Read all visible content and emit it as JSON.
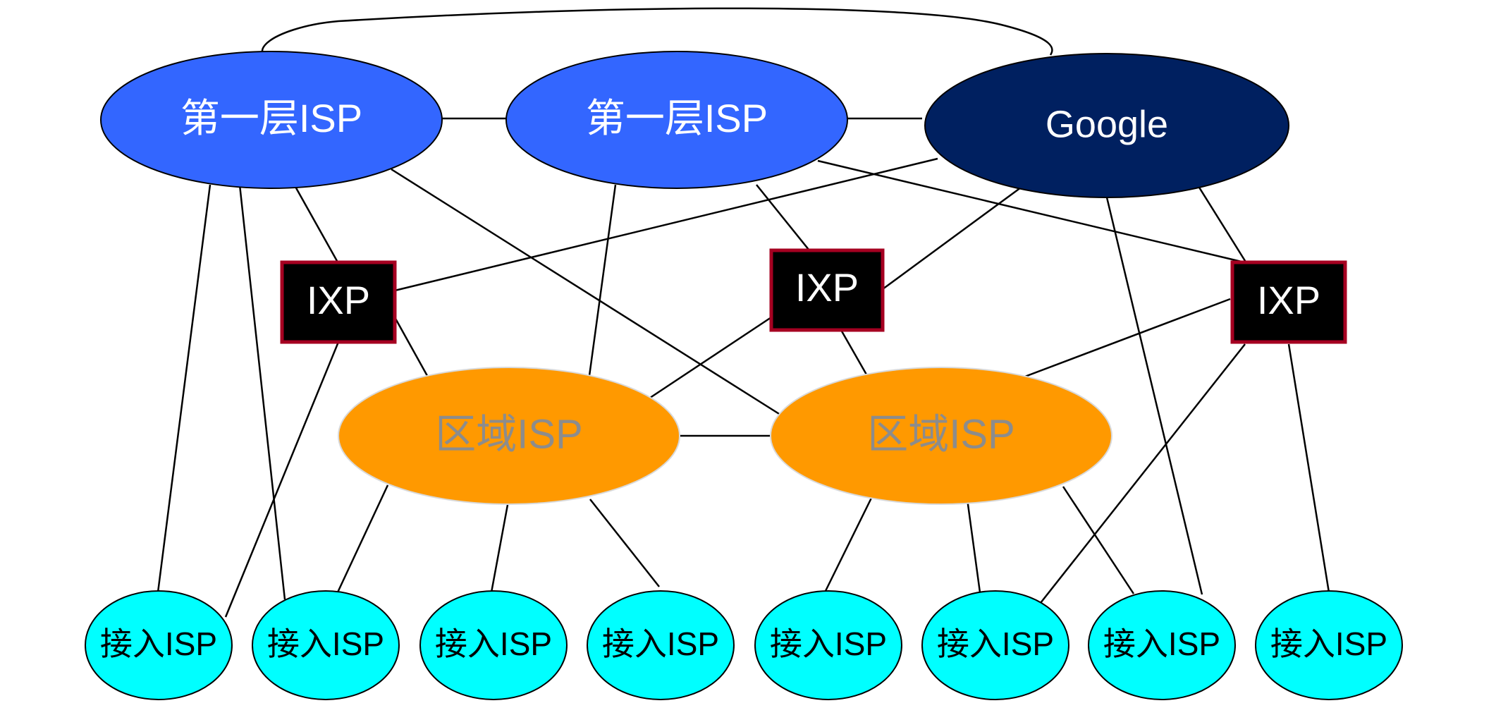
{
  "nodes": {
    "tier1_left": {
      "label": "第一层ISP",
      "color": "#3366FF",
      "text_color": "#FFFFFF"
    },
    "tier1_mid": {
      "label": "第一层ISP",
      "color": "#3366FF",
      "text_color": "#FFFFFF"
    },
    "google": {
      "label": "Google",
      "color": "#002060",
      "text_color": "#FFFFFF"
    },
    "ixp_left": {
      "label": "IXP",
      "color": "#000000",
      "border": "#A50021",
      "text_color": "#FFFFFF"
    },
    "ixp_mid": {
      "label": "IXP",
      "color": "#000000",
      "border": "#A50021",
      "text_color": "#FFFFFF"
    },
    "ixp_right": {
      "label": "IXP",
      "color": "#000000",
      "border": "#A50021",
      "text_color": "#FFFFFF"
    },
    "regional_left": {
      "label": "区域ISP",
      "color": "#FF9900",
      "text_color": "#8C8C8C"
    },
    "regional_right": {
      "label": "区域ISP",
      "color": "#FF9900",
      "text_color": "#8C8C8C"
    },
    "access": [
      {
        "label": "接入ISP"
      },
      {
        "label": "接入ISP"
      },
      {
        "label": "接入ISP"
      },
      {
        "label": "接入ISP"
      },
      {
        "label": "接入ISP"
      },
      {
        "label": "接入ISP"
      },
      {
        "label": "接入ISP"
      },
      {
        "label": "接入ISP"
      }
    ],
    "access_color": "#00FFFF",
    "access_text_color": "#000000"
  }
}
